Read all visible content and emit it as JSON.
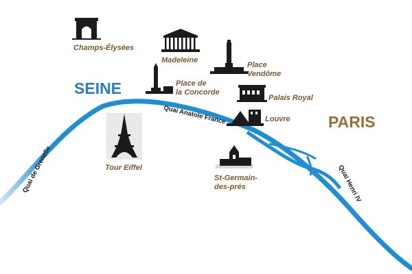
{
  "river": {
    "name": "SEINE",
    "color": "#1e8fd6",
    "label_color": "#2a7fc4"
  },
  "city": {
    "name": "PARIS",
    "color": "#9a6e35"
  },
  "landmarks": {
    "champs_elysees": "Champs-Élysées",
    "madeleine": "Madeleine",
    "place_vendome": [
      "Place",
      "Vendôme"
    ],
    "place_concorde": [
      "Place de",
      "la Concorde"
    ],
    "palais_royal": "Palais Royal",
    "louvre": "Louvre",
    "tour_eiffel": "Tour Eiffel",
    "st_germain": [
      "St-Germain-",
      "des-prés"
    ]
  },
  "quais": {
    "grenelle": "Quai de Grenelle",
    "anatole_france": "Quai Anatole France",
    "henri_iv": "Quai Henri IV"
  },
  "icons": [
    "arc-de-triomphe-icon",
    "madeleine-church-icon",
    "vendome-column-icon",
    "concorde-obelisk-icon",
    "palais-royal-icon",
    "louvre-icon",
    "eiffel-tower-icon",
    "st-germain-church-icon"
  ]
}
